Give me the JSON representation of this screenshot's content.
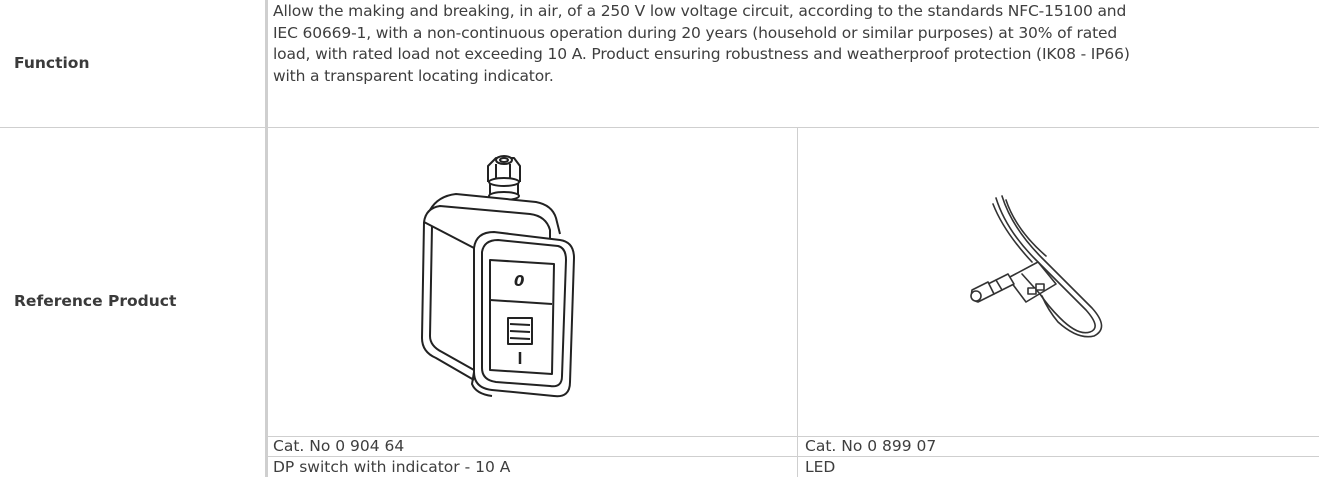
{
  "function_row": {
    "label": "Function",
    "lines": [
      "Allow the making and breaking, in air, of a 250 V low voltage circuit, according to the standards NFC-15100 and",
      "IEC 60669-1, with a non-continuous operation during 20 years (household or similar purposes) at 30% of rated",
      "load, with rated load not exceeding 10 A. Product ensuring robustness and weatherproof protection (IK08 - IP66)",
      "with a transparent locating indicator."
    ]
  },
  "reference_row": {
    "label": "Reference Product",
    "products": [
      {
        "image_icon": "dp-switch-illustration",
        "switch_mark_top": "0",
        "switch_mark_bottom": "I",
        "cat_no": "Cat. No 0 904 64",
        "description": "DP switch with indicator - 10 A"
      },
      {
        "image_icon": "led-cable-illustration",
        "cat_no": "Cat. No 0 899 07",
        "description": "LED"
      }
    ]
  }
}
